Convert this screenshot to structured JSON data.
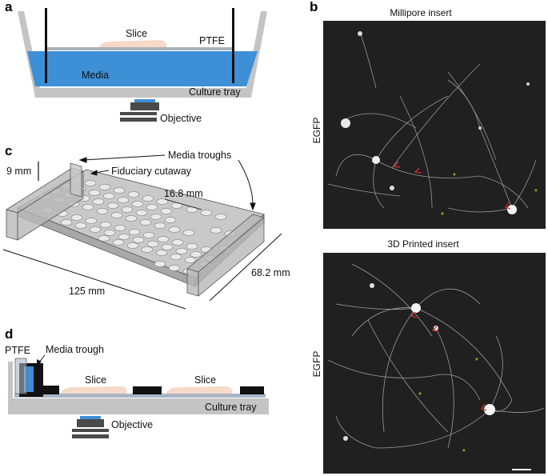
{
  "panel_a": {
    "letter": "a",
    "slice": "Slice",
    "ptfe": "PTFE",
    "media": "Media",
    "culture_tray": "Culture tray",
    "objective": "Objective"
  },
  "panel_b": {
    "letter": "b",
    "top_title": "Millipore insert",
    "bottom_title": "3D Printed insert",
    "top_ylabel": "EGFP",
    "bottom_ylabel": "EGFP"
  },
  "panel_c": {
    "letter": "c",
    "media_troughs": "Media troughs",
    "fiduciary_cutaway": "Fiduciary cutaway",
    "height": "9 mm",
    "spacing": "16.8 mm",
    "length": "125 mm",
    "width": "68.2 mm"
  },
  "panel_d": {
    "letter": "d",
    "ptfe": "PTFE",
    "media_trough": "Media trough",
    "slice_1": "Slice",
    "slice_2": "Slice",
    "culture_tray": "Culture tray",
    "objective": "Objective"
  },
  "colors": {
    "media_blue": "#3d8fd6",
    "tray_gray": "#c8c8c8",
    "slice_peach": "#f6d9c7",
    "objective_dark": "#4a4a4a",
    "arrowhead_red": "#e03030",
    "asterisk_yellow": "#e8d21a",
    "micrograph_bg": "#202020"
  }
}
